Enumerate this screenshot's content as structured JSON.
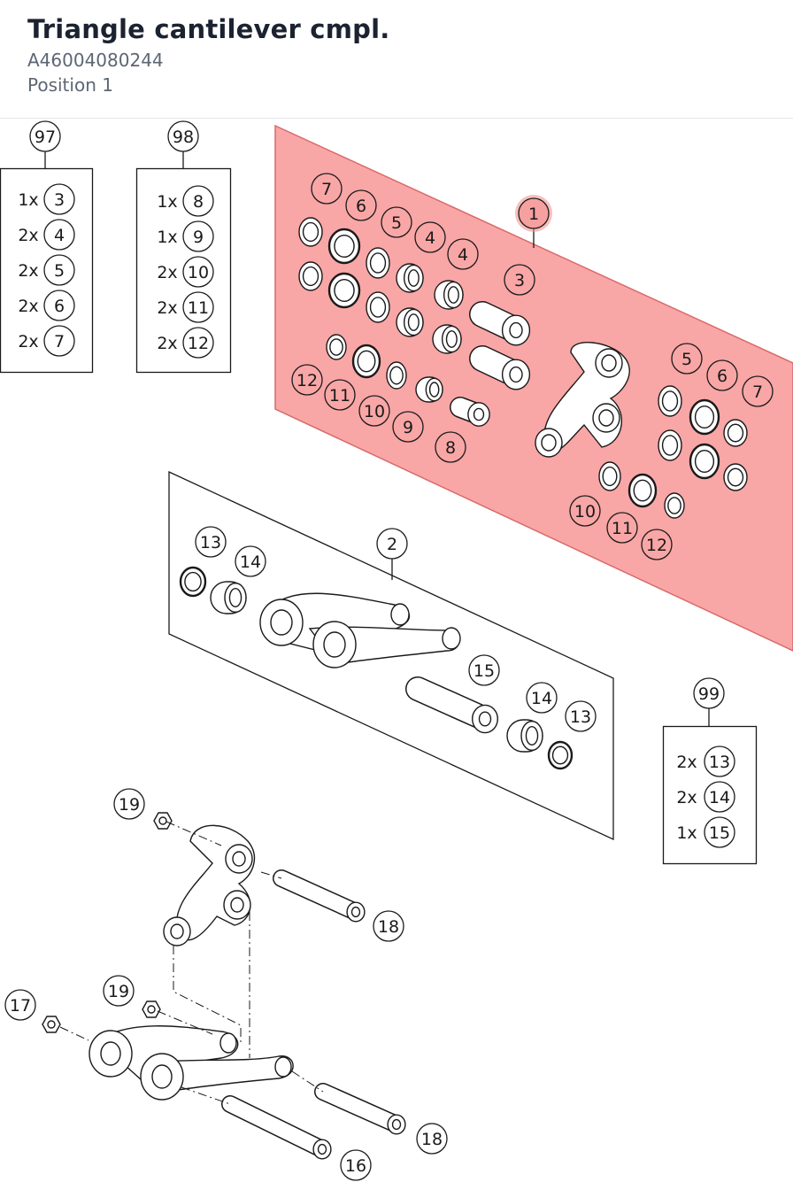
{
  "header": {
    "title": "Triangle cantilever cmpl.",
    "part_number": "A46004080244",
    "position": "Position 1"
  },
  "colors": {
    "highlight_fill": "#f9a6a6",
    "highlight_stroke": "#d96a6a",
    "line": "#1a1a1a"
  },
  "kits": [
    {
      "id": "97",
      "items": [
        {
          "qty": "1x",
          "num": "3"
        },
        {
          "qty": "2x",
          "num": "4"
        },
        {
          "qty": "2x",
          "num": "5"
        },
        {
          "qty": "2x",
          "num": "6"
        },
        {
          "qty": "2x",
          "num": "7"
        }
      ]
    },
    {
      "id": "98",
      "items": [
        {
          "qty": "1x",
          "num": "8"
        },
        {
          "qty": "1x",
          "num": "9"
        },
        {
          "qty": "2x",
          "num": "10"
        },
        {
          "qty": "2x",
          "num": "11"
        },
        {
          "qty": "2x",
          "num": "12"
        }
      ]
    },
    {
      "id": "99",
      "items": [
        {
          "qty": "2x",
          "num": "13"
        },
        {
          "qty": "2x",
          "num": "14"
        },
        {
          "qty": "1x",
          "num": "15"
        }
      ]
    }
  ],
  "callouts": {
    "panel1": [
      "1",
      "7",
      "6",
      "5",
      "4",
      "4",
      "3",
      "12",
      "11",
      "10",
      "9",
      "8",
      "5",
      "6",
      "7",
      "10",
      "11",
      "12"
    ],
    "panel2": [
      "2",
      "13",
      "14",
      "15",
      "14",
      "13"
    ],
    "assembly": [
      "19",
      "18",
      "19",
      "17",
      "18",
      "16"
    ]
  }
}
